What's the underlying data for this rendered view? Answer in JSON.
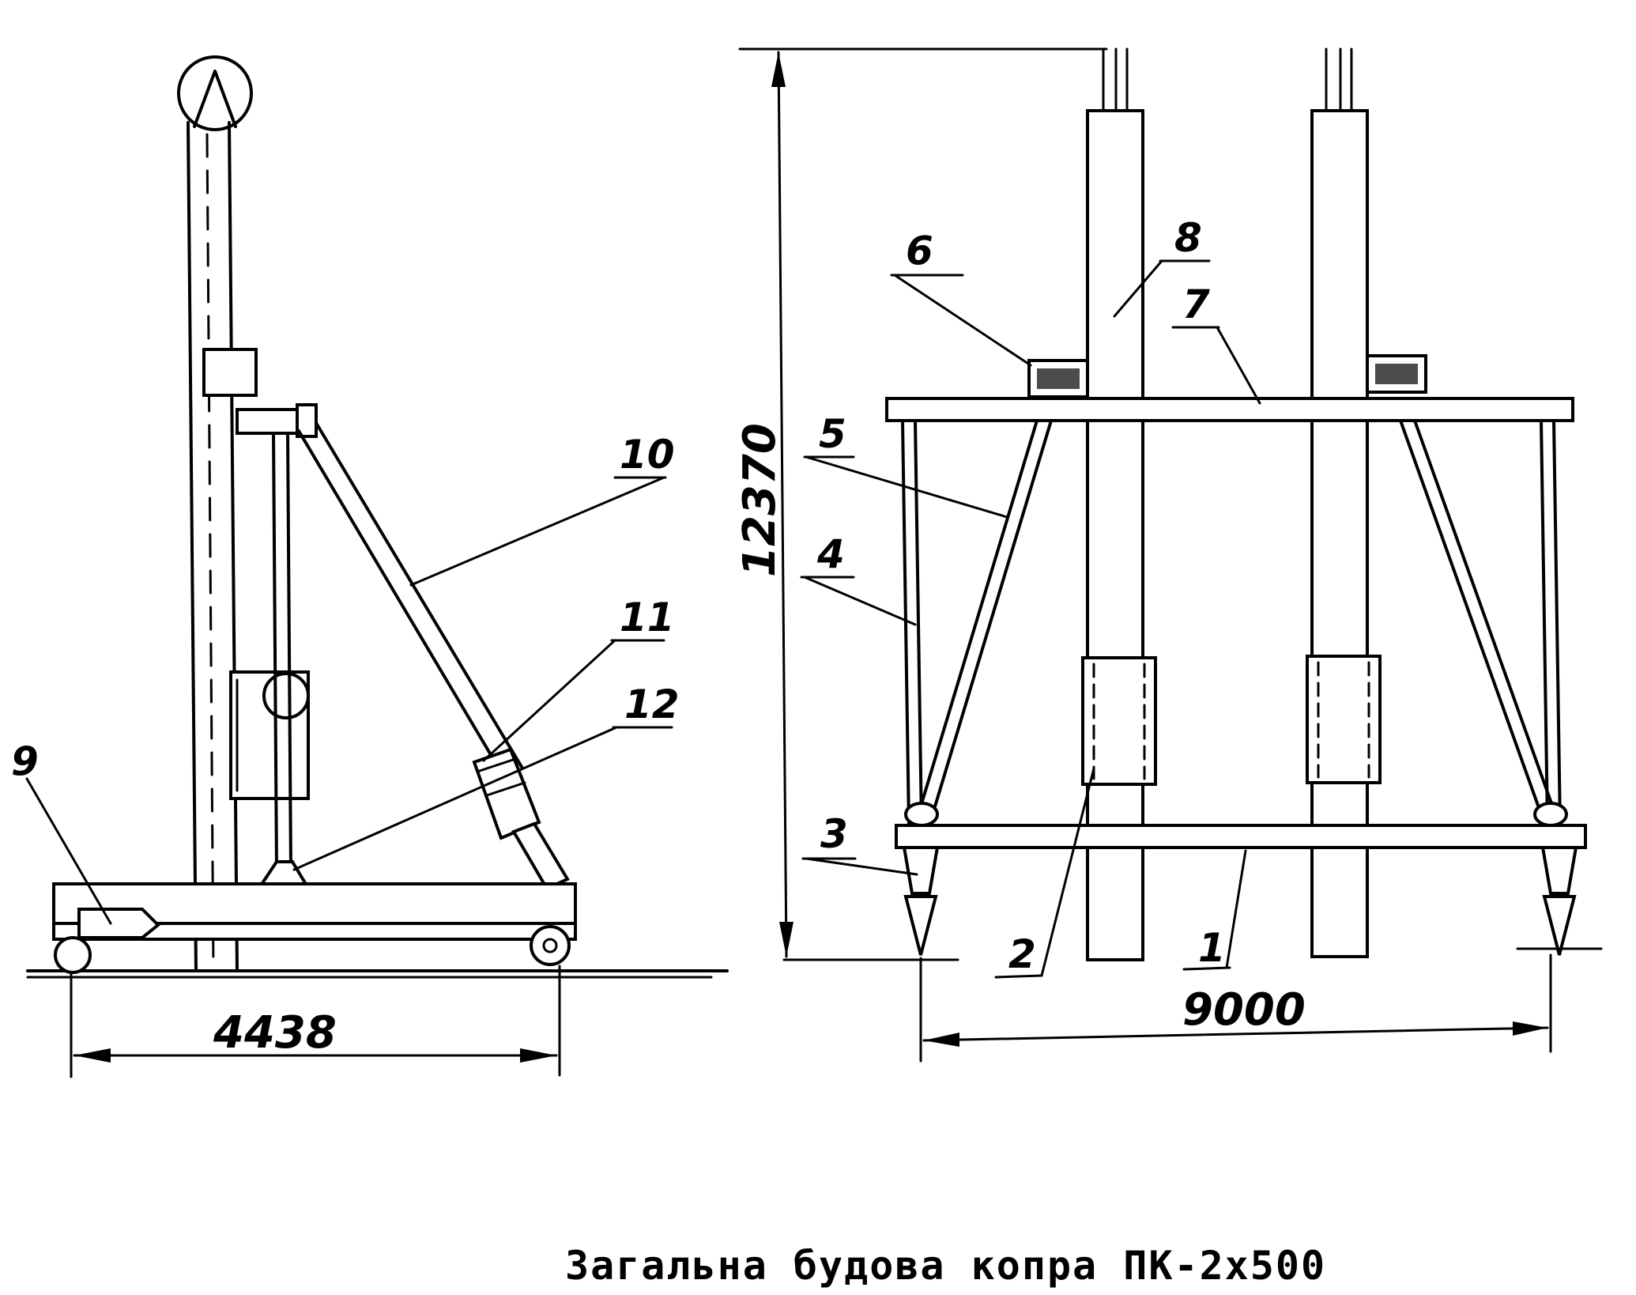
{
  "caption": "Загальна будова копра ПК-2х500",
  "dimensions": {
    "side_base_length": "4438",
    "height": "12370",
    "front_width": "9000"
  },
  "callouts": {
    "c1": "1",
    "c2": "2",
    "c3": "3",
    "c4": "4",
    "c5": "5",
    "c6": "6",
    "c7": "7",
    "c8": "8",
    "c9": "9",
    "c10": "10",
    "c11": "11",
    "c12": "12"
  }
}
